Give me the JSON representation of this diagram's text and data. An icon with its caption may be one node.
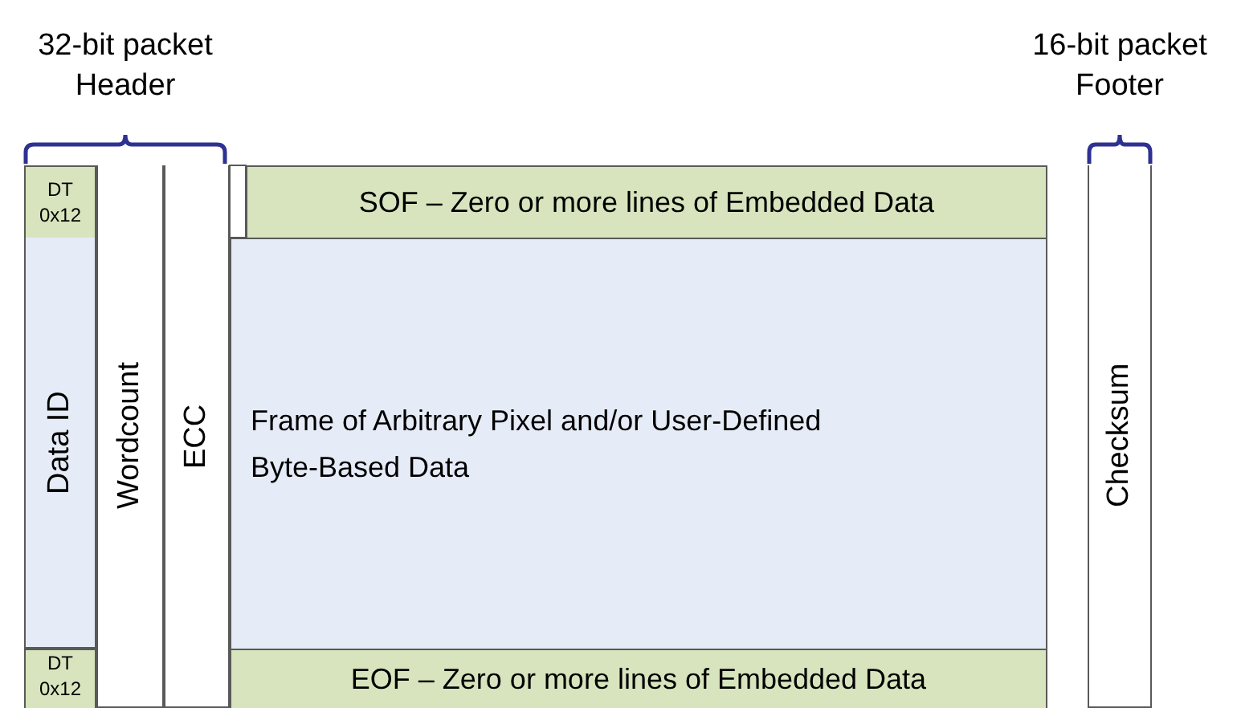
{
  "diagram": {
    "nodes": [
      {
        "text": [
          "DT 0x12"
        ]
      },
      {
        "text": [
          "Data ID"
        ]
      },
      {
        "text": [
          "Wordcount"
        ]
      },
      {
        "text": [
          "ECC"
        ]
      },
      {
        "text": [
          "SOF – Zero or more lines of Embedded Data"
        ]
      },
      {
        "text": [
          "Frame of Arbitrary Pixel and/or User-Defined Byte-Based Data"
        ]
      },
      {
        "text": [
          "Checksum"
        ]
      },
      {
        "text": [
          "DT 0x12"
        ]
      },
      {
        "text": [
          "EOF – Zero or more lines of Embedded Data"
        ]
      }
    ],
    "edges": [],
    "labels": [
      "32-bit packet Header",
      "16-bit packet Footer"
    ]
  }
}
